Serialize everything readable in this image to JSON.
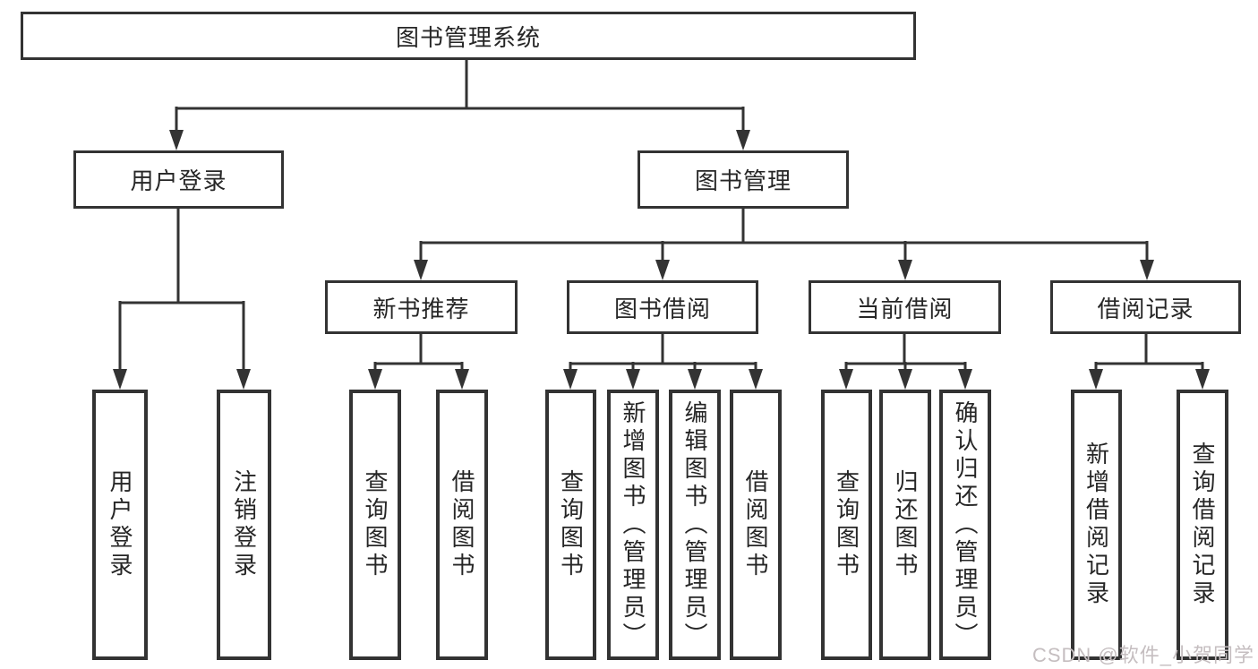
{
  "diagram": {
    "type": "hierarchy",
    "root": "图书管理系统",
    "branches": [
      {
        "label": "用户登录",
        "leaves": [
          "用户登录",
          "注销登录"
        ]
      },
      {
        "label": "图书管理",
        "sections": [
          {
            "label": "新书推荐",
            "leaves": [
              "查询图书",
              "借阅图书"
            ]
          },
          {
            "label": "图书借阅",
            "leaves": [
              "查询图书",
              "新增图书（管理员）",
              "编辑图书（管理员）",
              "借阅图书"
            ]
          },
          {
            "label": "当前借阅",
            "leaves": [
              "查询图书",
              "归还图书",
              "确认归还（管理员）"
            ]
          },
          {
            "label": "借阅记录",
            "leaves": [
              "新增借阅记录",
              "查询借阅记录"
            ]
          }
        ]
      }
    ]
  },
  "watermark": "CSDN @软件_小贺同学",
  "colors": {
    "line": "#333333",
    "text": "#262626",
    "watermark": "#c5bec0",
    "background": "#ffffff"
  }
}
